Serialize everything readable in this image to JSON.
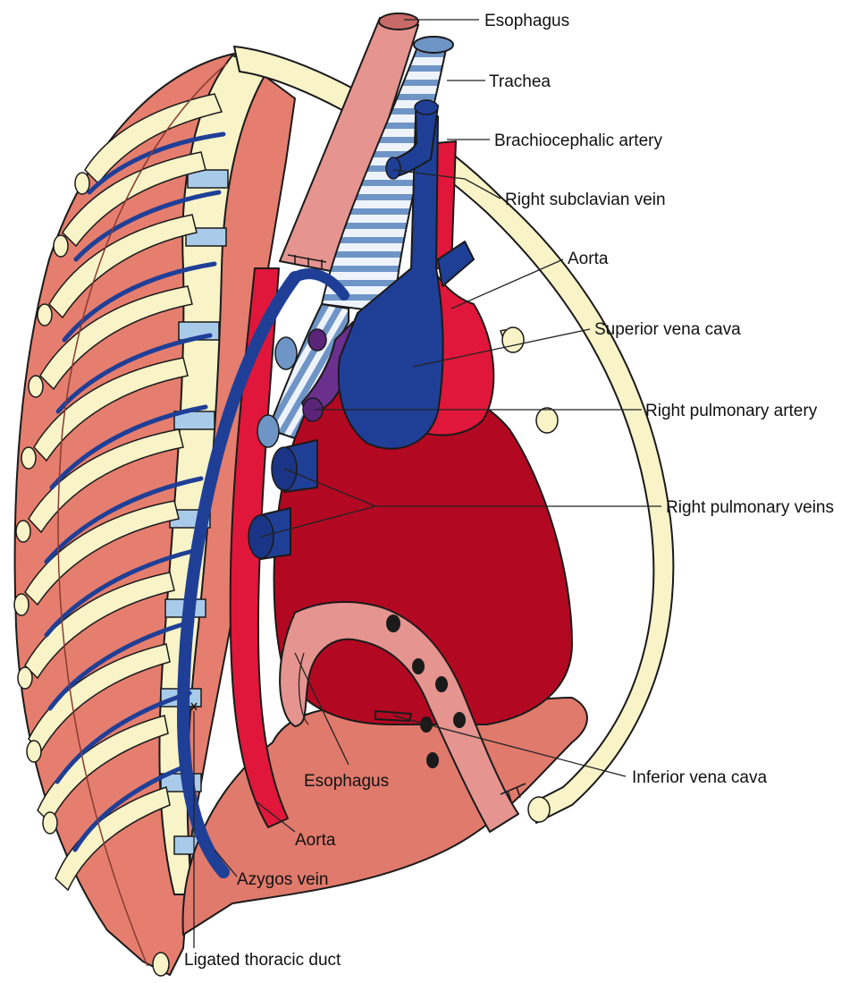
{
  "labels": {
    "esophagus_top": "Esophagus",
    "trachea": "Trachea",
    "brachiocephalic_artery": "Brachiocephalic artery",
    "right_subclavian_vein": "Right subclavian vein",
    "aorta_top": "Aorta",
    "superior_vena_cava": "Superior vena cava",
    "right_pulmonary_artery": "Right pulmonary artery",
    "right_pulmonary_veins": "Right pulmonary veins",
    "inferior_vena_cava": "Inferior vena cava",
    "esophagus_bottom": "Esophagus",
    "aorta_bottom": "Aorta",
    "azygos_vein": "Azygos vein",
    "ligated_thoracic_duct": "Ligated thoracic duct"
  },
  "colors": {
    "muscle": "#e57e6e",
    "bone": "#f8f4c8",
    "cartilage": "#a9cbea",
    "vein": "#1f3f97",
    "artery": "#e0173a",
    "heart": "#b30822",
    "esophagus": "#e59490",
    "trachea_ring": "#6f95c7",
    "pulmonary_artery": "#6b2f8e",
    "diaphragm": "#e07a6c"
  }
}
